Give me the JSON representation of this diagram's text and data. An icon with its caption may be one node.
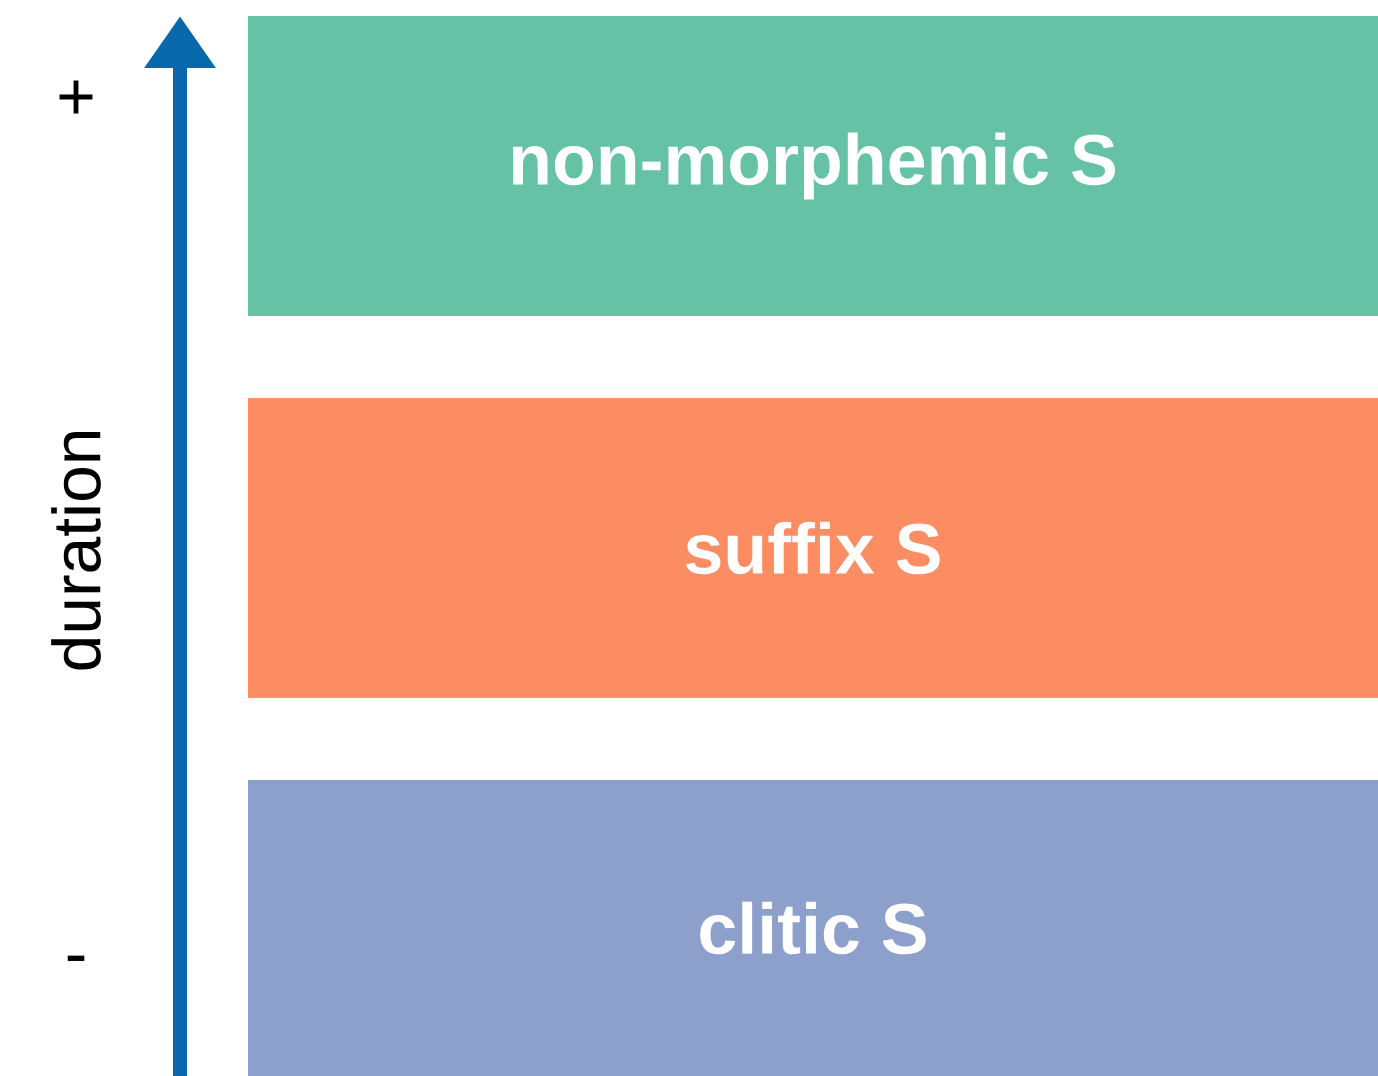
{
  "diagram": {
    "nodes": [
      {
        "text": [
          "non-morphemic S"
        ]
      },
      {
        "text": [
          "suffix S"
        ]
      },
      {
        "text": [
          "clitic S"
        ]
      }
    ],
    "labels": [
      "+",
      "duration",
      "-"
    ]
  }
}
